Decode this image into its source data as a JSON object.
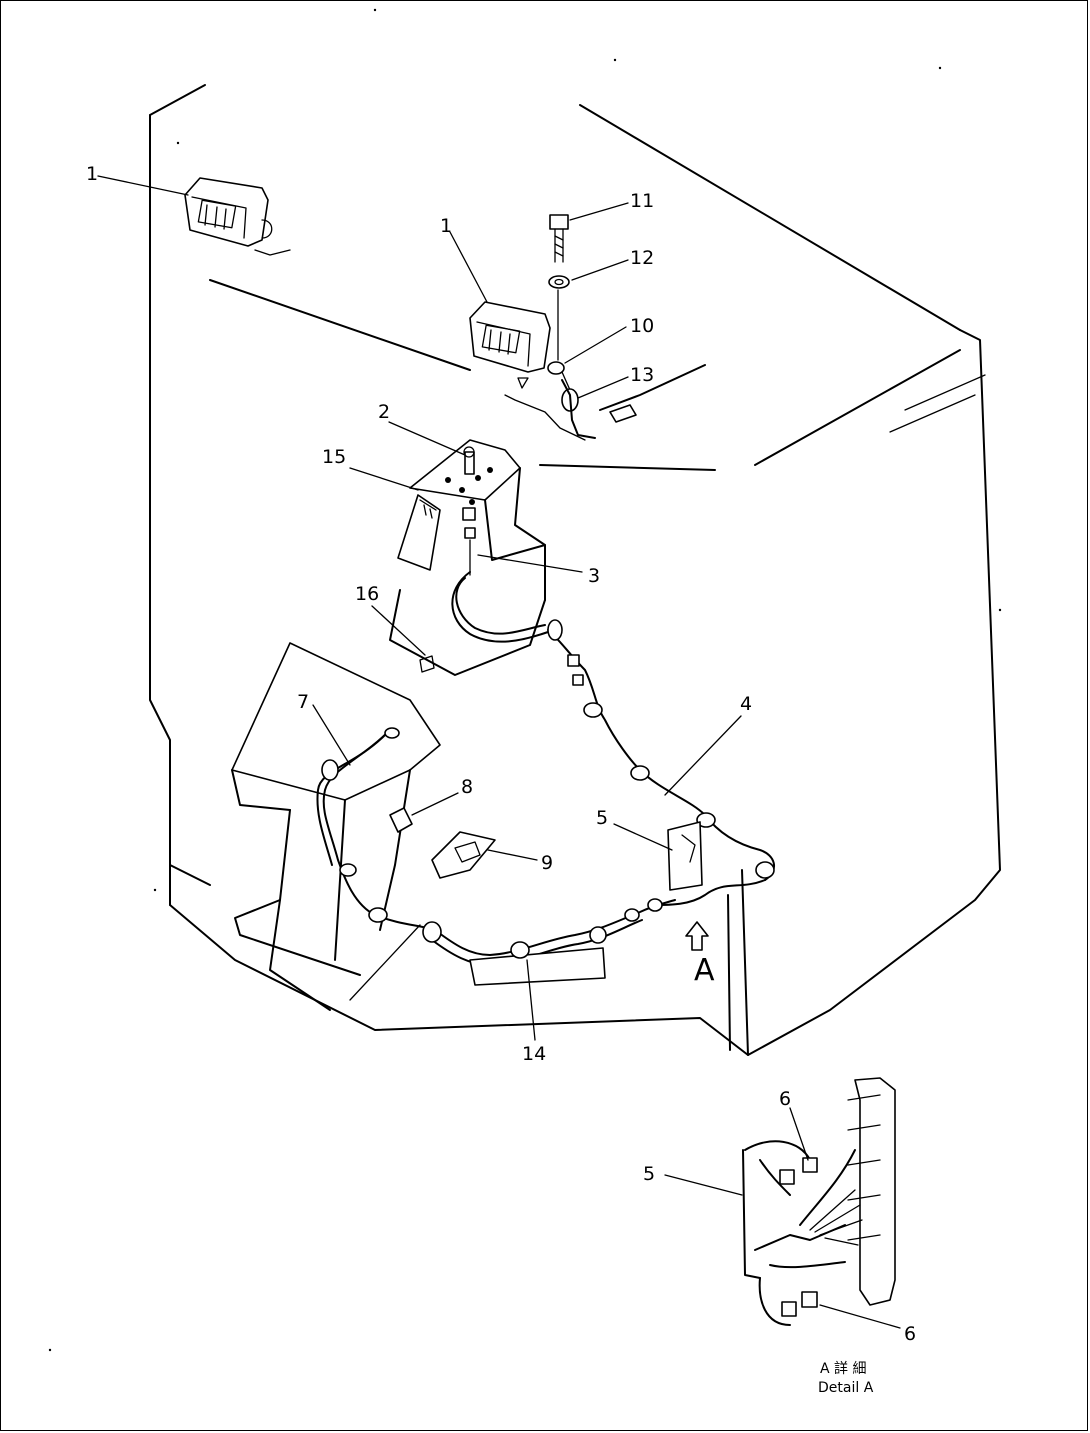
{
  "callouts": {
    "c1a": "1",
    "c1b": "1",
    "c2": "2",
    "c3": "3",
    "c4": "4",
    "c5a": "5",
    "c5b": "5",
    "c6a": "6",
    "c6b": "6",
    "c7": "7",
    "c8": "8",
    "c9": "9",
    "c10": "10",
    "c11": "11",
    "c12": "12",
    "c13": "13",
    "c14": "14",
    "c15": "15",
    "c16": "16"
  },
  "view_marker": "A",
  "detail_caption": {
    "line1": "A 詳 細",
    "line2": "Detail A"
  },
  "colors": {
    "ink": "#000000",
    "paper": "#ffffff"
  },
  "icons": {
    "view_arrow": "up-arrow-icon"
  }
}
